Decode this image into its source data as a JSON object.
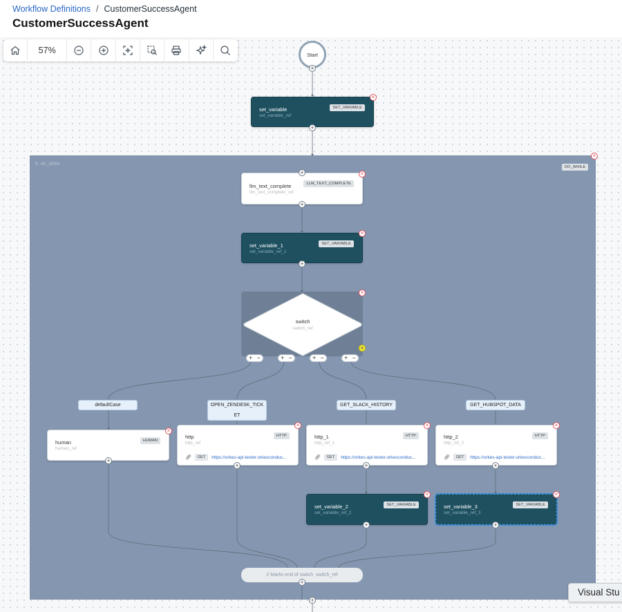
{
  "breadcrumb": {
    "parent": "Workflow Definitions",
    "separator": "/",
    "current": "CustomerSuccessAgent"
  },
  "page_title": "CustomerSuccessAgent",
  "toolbar": {
    "zoom": "57%",
    "buttons": [
      "home-icon",
      "zoom-out-icon",
      "zoom-in-icon",
      "fit-view-icon",
      "fit-selection-icon",
      "print-icon",
      "sparkle-icon",
      "search-icon"
    ]
  },
  "start_label": "Start",
  "do_while": {
    "name": "do_while",
    "type": "DO_WHILE"
  },
  "nodes": {
    "set_variable": {
      "name": "set_variable",
      "ref": "set_variable_ref",
      "type": "SET_VARIABLE"
    },
    "llm": {
      "name": "llm_text_complete",
      "ref": "llm_text_complete_ref",
      "type": "LLM_TEXT_COMPLETE"
    },
    "set_variable_1": {
      "name": "set_variable_1",
      "ref": "set_variable_ref_1",
      "type": "SET_VARIABLE"
    },
    "switch": {
      "name": "switch",
      "ref": "switch_ref"
    },
    "human": {
      "name": "human",
      "ref": "human_ref",
      "type": "HUMAN"
    },
    "http": {
      "name": "http",
      "ref": "http_ref",
      "type": "HTTP",
      "method": "GET",
      "url": "https://orkes-api-tester.orkesconduc..."
    },
    "http_1": {
      "name": "http_1",
      "ref": "http_ref_1",
      "type": "HTTP",
      "method": "GET",
      "url": "https://orkes-api-tester.orkesconduc..."
    },
    "http_2": {
      "name": "http_2",
      "ref": "http_ref_2",
      "type": "HTTP",
      "method": "GET",
      "url": "https://orkes-api-tester.orkesconduc..."
    },
    "set_variable_2": {
      "name": "set_variable_2",
      "ref": "set_variable_ref_2",
      "type": "SET_VARIABLE"
    },
    "set_variable_3": {
      "name": "set_variable_3",
      "ref": "set_variable_ref_3",
      "type": "SET_VARIABLE"
    }
  },
  "cases": {
    "default": "defaultCase",
    "zendesk_1": "OPEN_ZENDESK_TICK",
    "zendesk_2": "ET",
    "slack": "GET_SLACK_HISTORY",
    "hubspot": "GET_HUBSPOT_DATA"
  },
  "end_switch": {
    "prefix": "// Marks end of switch",
    "ref": "switch_ref"
  },
  "visual_studio_label": "Visual Stu",
  "colors": {
    "task_dark": "#1e5060",
    "loop_bg": "#8597b0",
    "link": "#2966c4",
    "close": "#e0505c",
    "add_highlight": "#f3ea3a"
  }
}
